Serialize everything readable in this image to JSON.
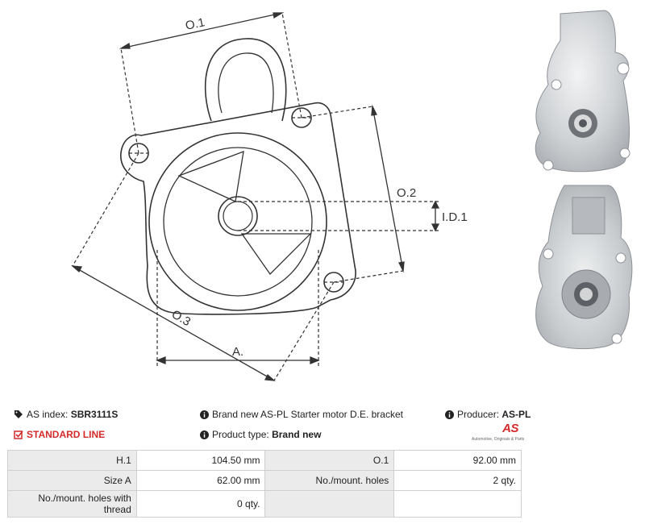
{
  "drawing": {
    "labels": {
      "o1": "O.1",
      "o2": "O.2",
      "o3": "O.3",
      "a": "A.",
      "id1": "I.D.1"
    }
  },
  "photos": {
    "top_label": "",
    "bottom_label": ""
  },
  "info": {
    "as_index_label": "AS index:",
    "as_index_value": "SBR3111S",
    "description": "Brand new AS-PL Starter motor D.E. bracket",
    "producer_label": "Producer:",
    "producer_value": "AS-PL",
    "line_label": "STANDARD LINE",
    "product_type_label": "Product type:",
    "product_type_value": "Brand new",
    "logo_mark": "AS",
    "logo_tagline": "Automotive, Originals & Parts"
  },
  "specs": {
    "rows": [
      {
        "l1": "H.1",
        "v1": "104.50 mm",
        "l2": "O.1",
        "v2": "92.00 mm"
      },
      {
        "l1": "Size A",
        "v1": "62.00 mm",
        "l2": "No./mount. holes",
        "v2": "2 qty."
      },
      {
        "l1": "No./mount. holes with thread",
        "v1": "0 qty.",
        "l2": "",
        "v2": ""
      }
    ]
  }
}
